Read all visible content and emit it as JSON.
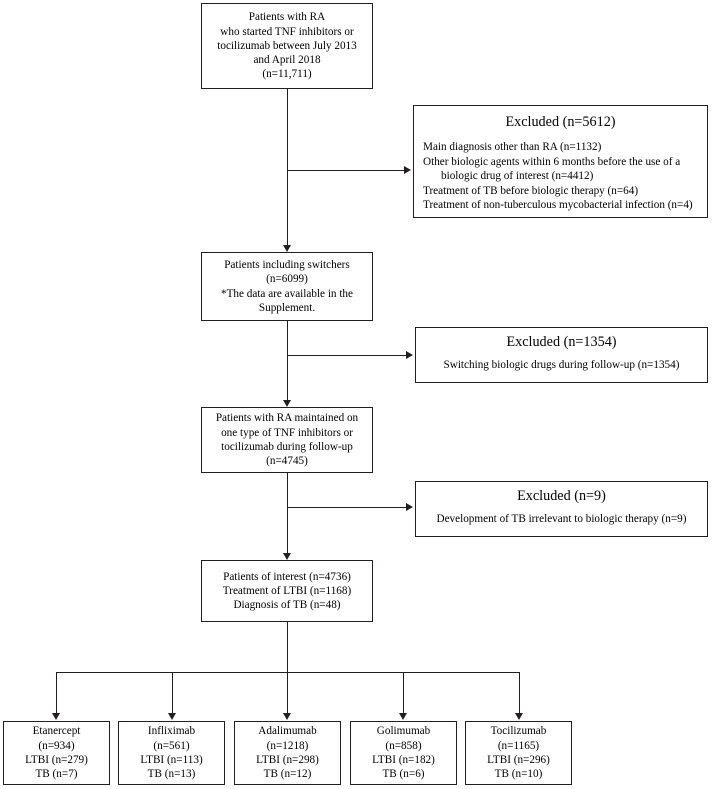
{
  "figure": {
    "type": "flowchart",
    "kind": "patient-selection-flow-diagram"
  },
  "main_boxes": [
    {
      "id": "cohort-source",
      "lines": [
        "Patients with RA",
        "who started TNF inhibitors or",
        "tocilizumab between July 2013",
        "and April 2018",
        "(n=11,711)"
      ]
    },
    {
      "id": "patients-including-switchers",
      "lines": [
        "Patients including switchers",
        "(n=6099)",
        "*The data are available in the",
        "Supplement."
      ]
    },
    {
      "id": "patients-maintained-one-type",
      "lines": [
        "Patients with RA maintained on",
        "one type of TNF inhibitors or",
        "tocilizumab during follow-up",
        "(n=4745)"
      ]
    },
    {
      "id": "patients-of-interest",
      "lines": [
        "Patients of interest (n=4736)",
        "Treatment of LTBI (n=1168)",
        "Diagnosis of TB (n=48)"
      ]
    }
  ],
  "exclusion_boxes": [
    {
      "id": "excluded-5612",
      "title": "Excluded (n=5612)",
      "lines": [
        {
          "text": "Main diagnosis other than RA (n=1132)",
          "indent": false
        },
        {
          "text": "Other biologic agents within 6 months before the use of a",
          "indent": false
        },
        {
          "text": "biologic drug of interest (n=4412)",
          "indent": true
        },
        {
          "text": "Treatment of TB before biologic therapy (n=64)",
          "indent": false
        },
        {
          "text": "Treatment of non-tuberculous mycobacterial infection (n=4)",
          "indent": false
        }
      ]
    },
    {
      "id": "excluded-1354",
      "title": "Excluded (n=1354)",
      "lines": [
        {
          "text": "Switching biologic drugs during follow-up (n=1354)",
          "indent": false
        }
      ]
    },
    {
      "id": "excluded-9",
      "title": "Excluded (n=9)",
      "lines": [
        {
          "text": "Development of TB irrelevant to biologic therapy (n=9)",
          "indent": false
        }
      ]
    }
  ],
  "drug_boxes": [
    {
      "id": "etanercept",
      "lines": [
        "Etanercept",
        "(n=934)",
        "LTBI (n=279)",
        "TB (n=7)"
      ]
    },
    {
      "id": "infliximab",
      "lines": [
        "Infliximab",
        "(n=561)",
        "LTBI (n=113)",
        "TB (n=13)"
      ]
    },
    {
      "id": "adalimumab",
      "lines": [
        "Adalimumab",
        "(n=1218)",
        "LTBI (n=298)",
        "TB (n=12)"
      ]
    },
    {
      "id": "golimumab",
      "lines": [
        "Golimumab",
        "(n=858)",
        "LTBI (n=182)",
        "TB (n=6)"
      ]
    },
    {
      "id": "tocilizumab",
      "lines": [
        "Tocilizumab",
        "(n=1165)",
        "LTBI (n=296)",
        "TB (n=10)"
      ]
    }
  ],
  "colors": {
    "stroke": "#231f20",
    "background": "#ffffff",
    "text": "#000000"
  }
}
